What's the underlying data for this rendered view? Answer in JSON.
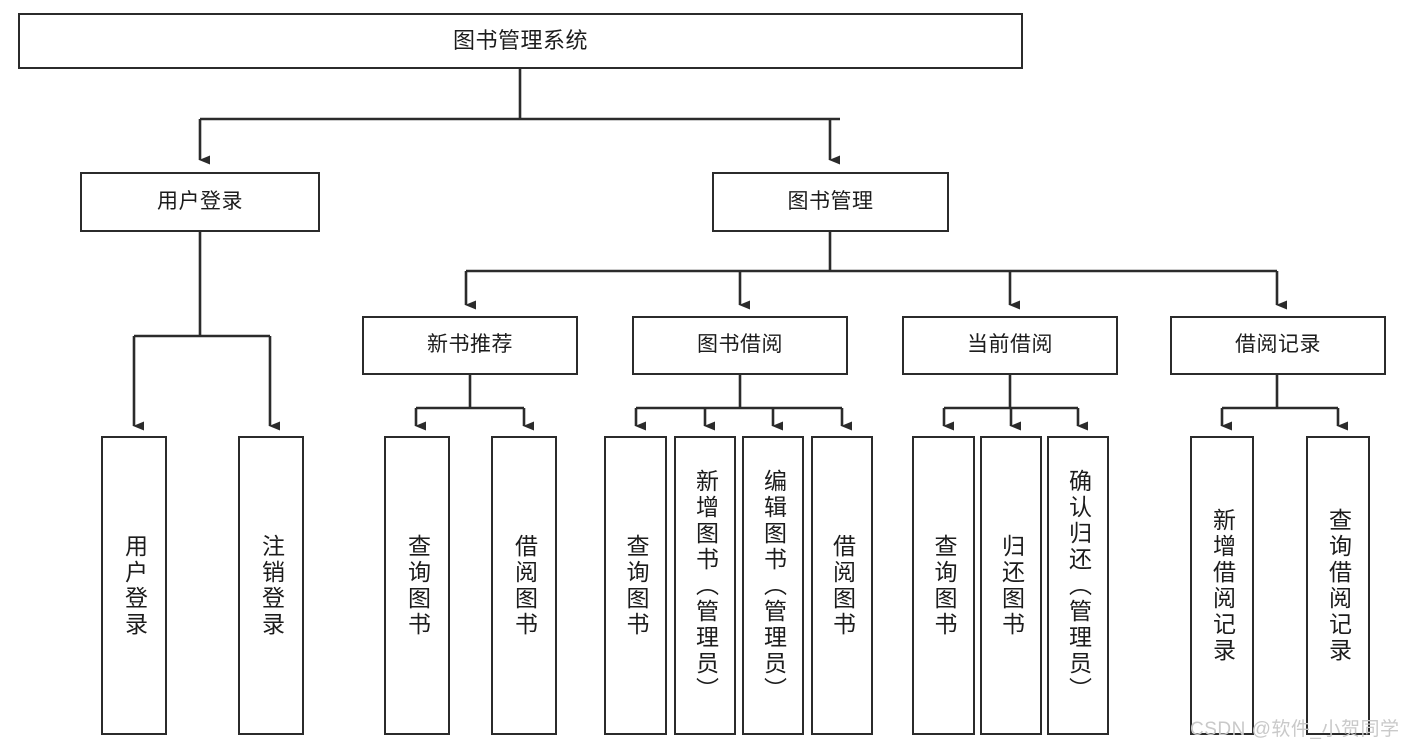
{
  "diagram": {
    "title": "图书管理系统",
    "root": {
      "label": "图书管理系统"
    },
    "level2": [
      {
        "label": "用户登录"
      },
      {
        "label": "图书管理"
      }
    ],
    "level3": [
      {
        "label": "新书推荐"
      },
      {
        "label": "图书借阅"
      },
      {
        "label": "当前借阅"
      },
      {
        "label": "借阅记录"
      }
    ],
    "leaves": [
      {
        "label": "用户登录"
      },
      {
        "label": "注销登录"
      },
      {
        "label": "查询图书"
      },
      {
        "label": "借阅图书"
      },
      {
        "label": "查询图书"
      },
      {
        "label": "新增图书（管理员）"
      },
      {
        "label": "编辑图书（管理员）"
      },
      {
        "label": "借阅图书"
      },
      {
        "label": "查询图书"
      },
      {
        "label": "归还图书"
      },
      {
        "label": "确认归还（管理员）"
      },
      {
        "label": "新增借阅记录"
      },
      {
        "label": "查询借阅记录"
      }
    ],
    "watermark": "CSDN @软件_小贺同学",
    "colors": {
      "stroke": "#2b2b2b",
      "fill": "#ffffff",
      "text": "#1c1c1c",
      "watermark": "#c9c9c9"
    }
  }
}
